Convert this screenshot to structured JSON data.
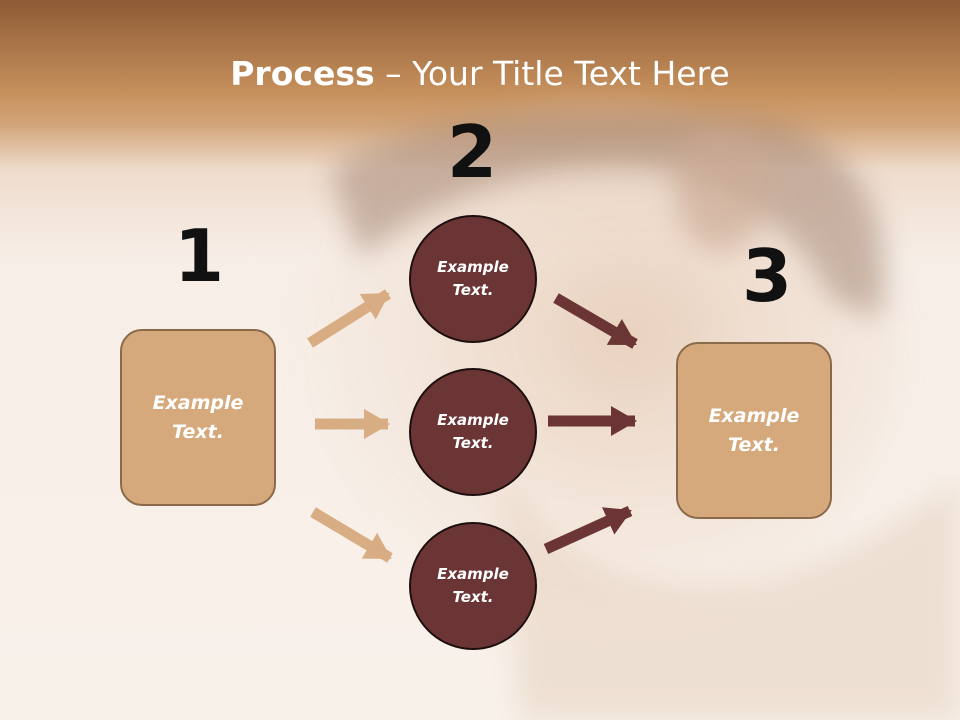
{
  "title": {
    "bold": "Process",
    "rest": " – Your Title Text Here"
  },
  "steps": [
    {
      "number": "1",
      "text": "Example Text."
    },
    {
      "number": "2",
      "items": [
        "Example Text.",
        "Example Text.",
        "Example Text."
      ]
    },
    {
      "number": "3",
      "text": "Example Text."
    }
  ],
  "colors": {
    "header": "#c8925e",
    "box_fill": "#d6a97d",
    "circle_fill": "#6b3535",
    "left_arrow": "#d9ad84",
    "right_arrow": "#6b3535"
  }
}
